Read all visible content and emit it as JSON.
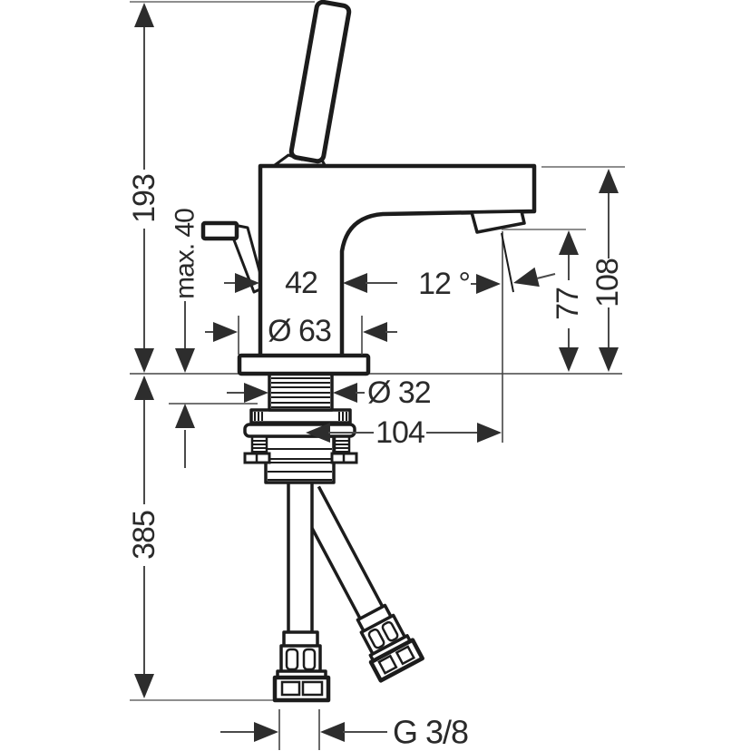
{
  "drawing": {
    "type": "technical-dimension-drawing",
    "subject": "single-hole basin mixer faucet, side elevation with flexible supply hoses",
    "labels": {
      "total_height": "193",
      "max_mounting_thickness": "max. 40",
      "body_width": "42",
      "base_diameter": "Ø 63",
      "spray_angle": "12 °",
      "outlet_height": "77",
      "spout_height": "108",
      "shank_diameter": "Ø 32",
      "outlet_projection": "104",
      "hose_length": "385",
      "thread_size": "G 3/8"
    },
    "colors": {
      "background": "#ffffff",
      "part_outline": "#1c1c1c",
      "dimension_line": "#4a4a4a",
      "reference_line": "#8e8e8e",
      "arrowhead": "#2d2d2d",
      "label_text": "#2a2a2a"
    }
  }
}
